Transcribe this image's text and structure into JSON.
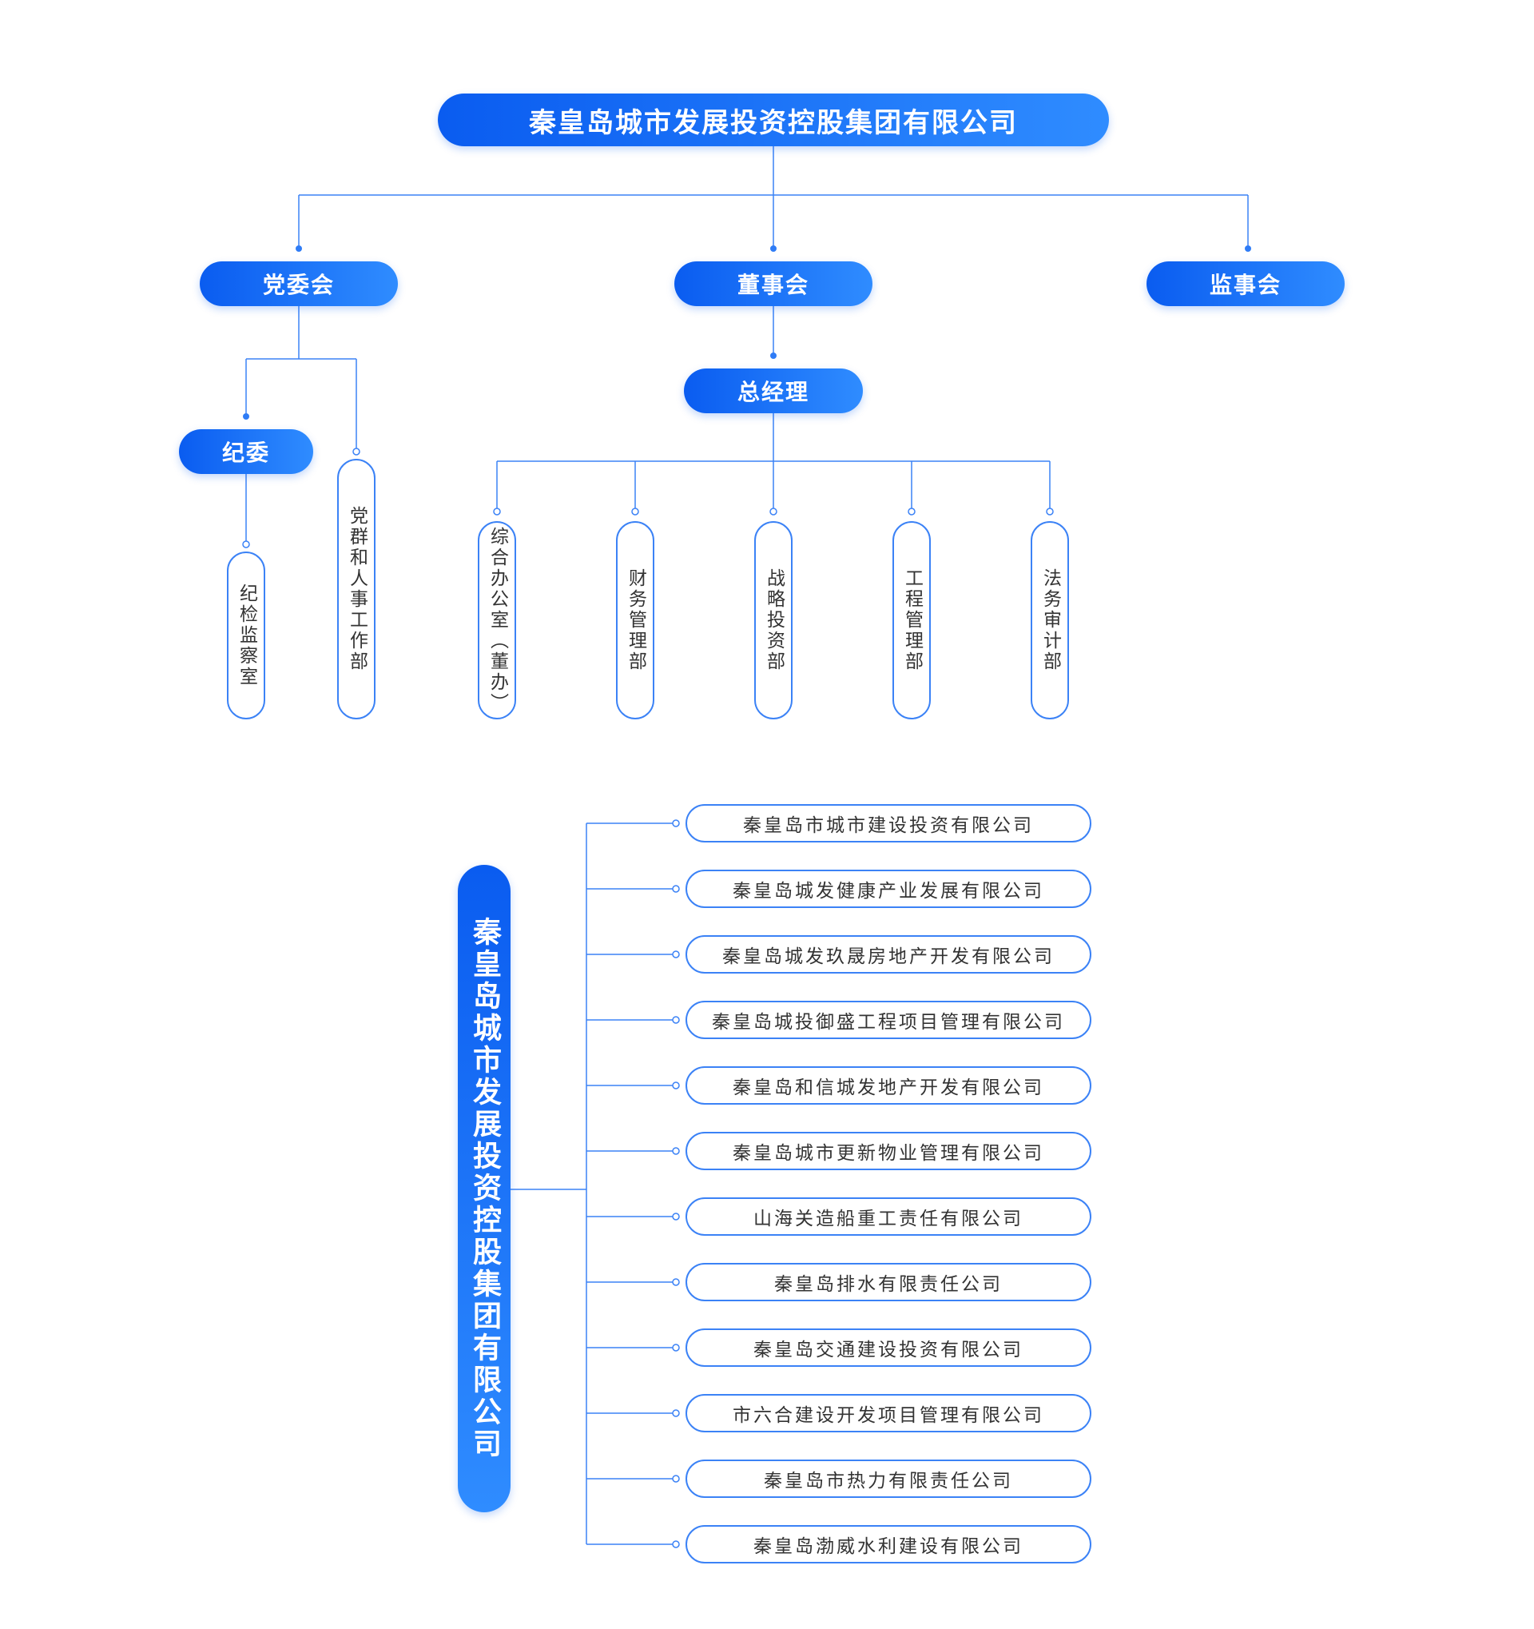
{
  "group": {
    "title": "秦皇岛城市发展投资控股集团有限公司",
    "vertical_title": "秦皇岛城市发展投资控股集团有限公司"
  },
  "tier2": {
    "party_committee": "党委会",
    "board": "董事会",
    "supervisory_board": "监事会"
  },
  "general_manager": "总经理",
  "discipline_committee": "纪委",
  "party_units": {
    "discipline_office": "纪检监察室",
    "party_hr_dept": "党群和人事工作部"
  },
  "departments": [
    "综合办公室（董办）",
    "财务管理部",
    "战略投资部",
    "工程管理部",
    "法务审计部"
  ],
  "subsidiaries": [
    "秦皇岛市城市建设投资有限公司",
    "秦皇岛城发健康产业发展有限公司",
    "秦皇岛城发玖晟房地产开发有限公司",
    "秦皇岛城投御盛工程项目管理有限公司",
    "秦皇岛和信城发地产开发有限公司",
    "秦皇岛城市更新物业管理有限公司",
    "山海关造船重工责任有限公司",
    "秦皇岛排水有限责任公司",
    "秦皇岛交通建设投资有限公司",
    "市六合建设开发项目管理有限公司",
    "秦皇岛市热力有限责任公司",
    "秦皇岛渤威水利建设有限公司"
  ],
  "colors": {
    "primary": "#0a5cf0",
    "primary_light": "#2f8cff",
    "connector": "#3b82f6",
    "text": "#333333"
  }
}
